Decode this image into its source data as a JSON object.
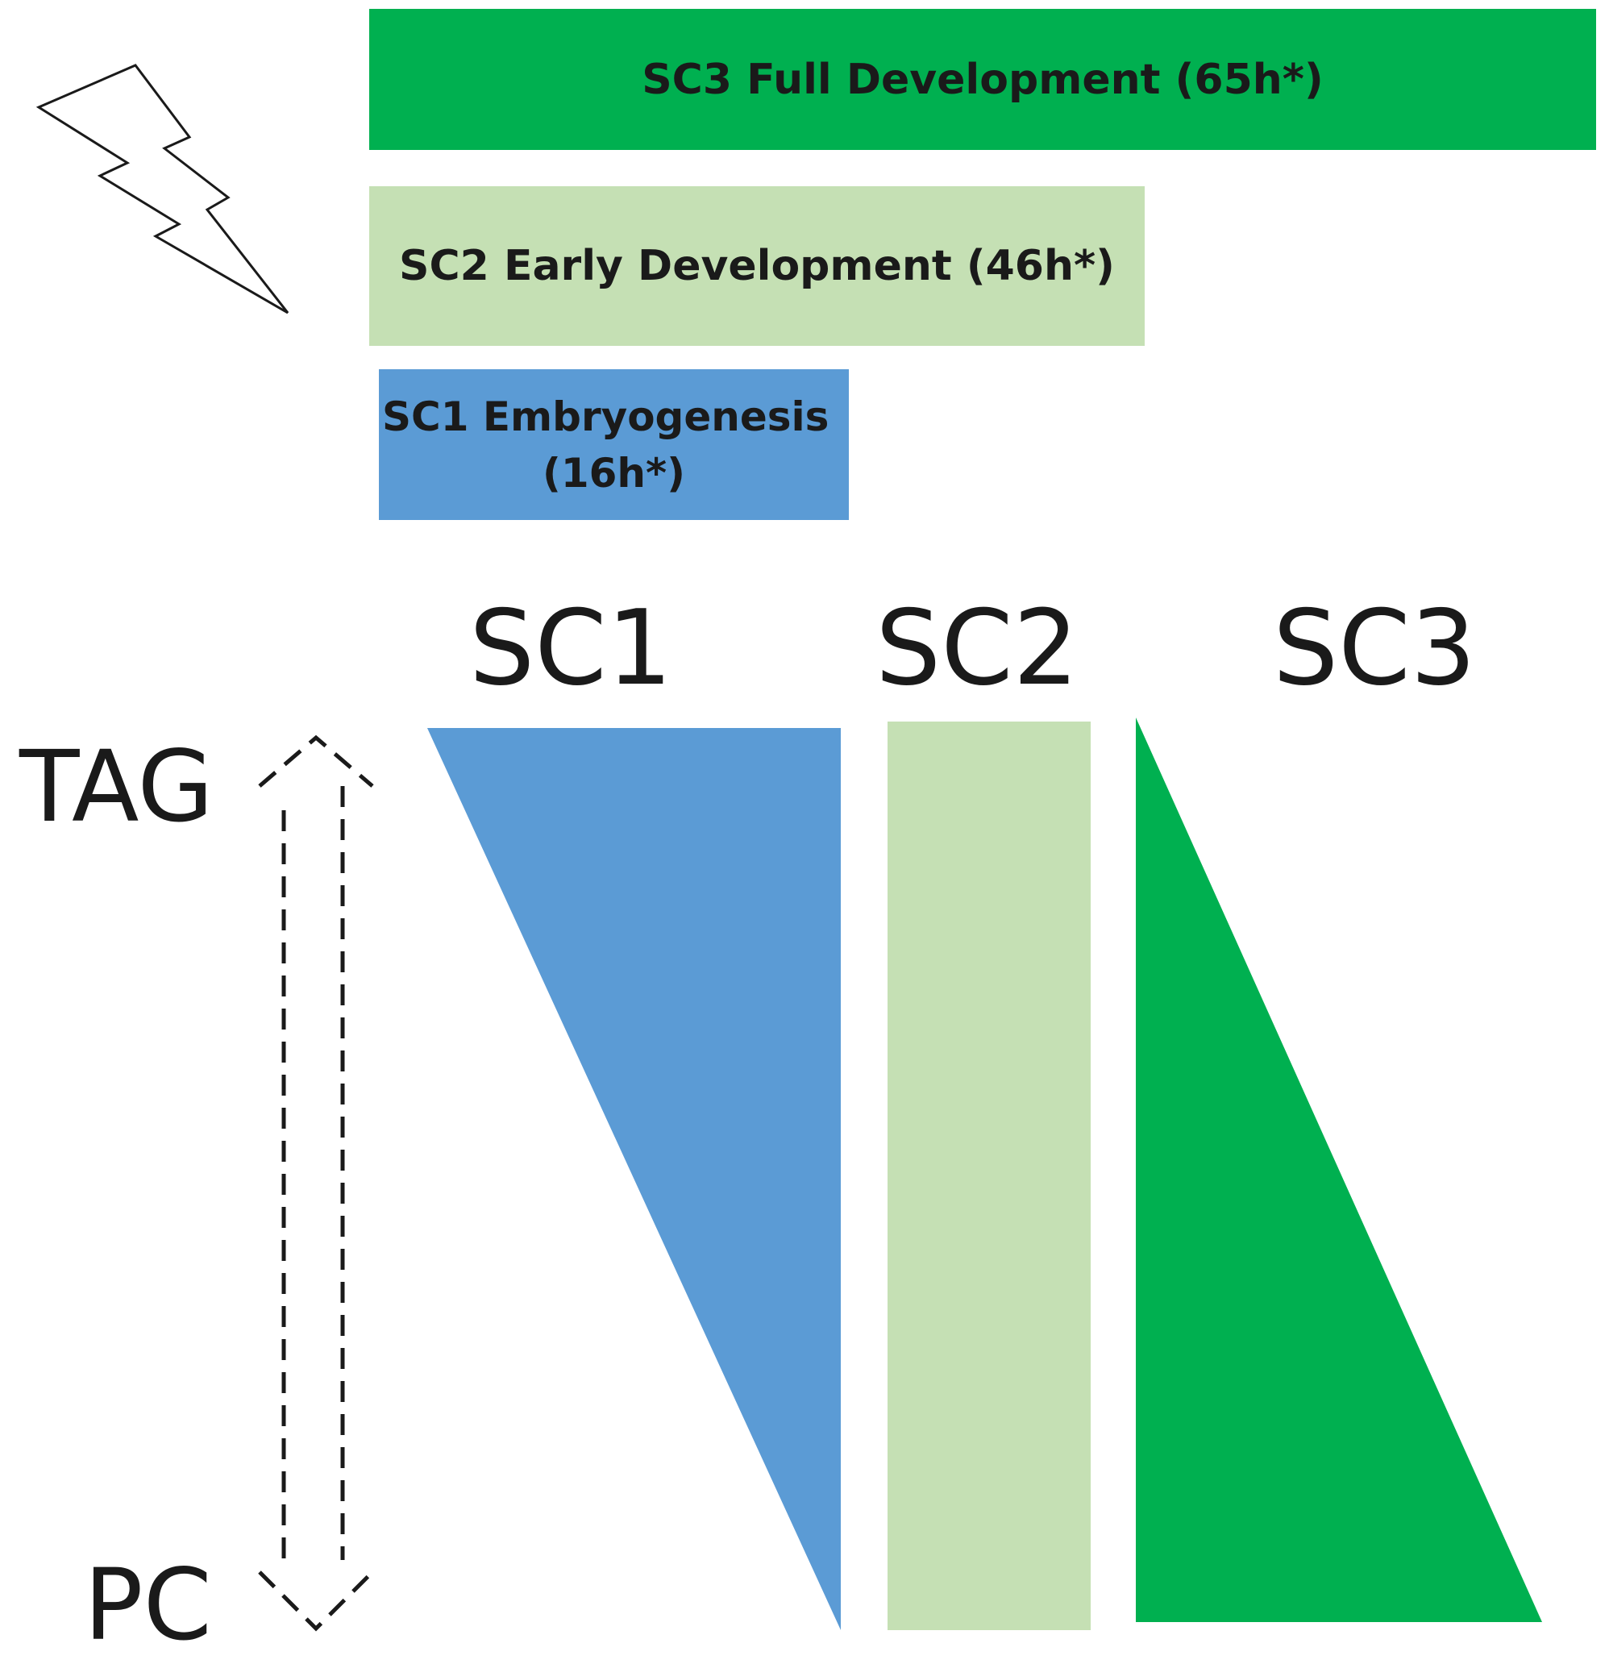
{
  "bars": {
    "sc3": {
      "label": "SC3 Full Development (65h*)",
      "color": "#00b050"
    },
    "sc2": {
      "label": "SC2 Early Development (46h*)",
      "color": "#c5e0b4"
    },
    "sc1": {
      "line1": "SC1 Embryogenesis",
      "line2": "(16h*)",
      "color": "#5b9bd5"
    }
  },
  "columns": {
    "sc1": "SC1",
    "sc2": "SC2",
    "sc3": "SC3"
  },
  "axis": {
    "top": "TAG",
    "bottom": "PC"
  },
  "icons": {
    "lightning": "lightning-bolt-icon",
    "arrow": "dashed-double-arrow-icon"
  }
}
